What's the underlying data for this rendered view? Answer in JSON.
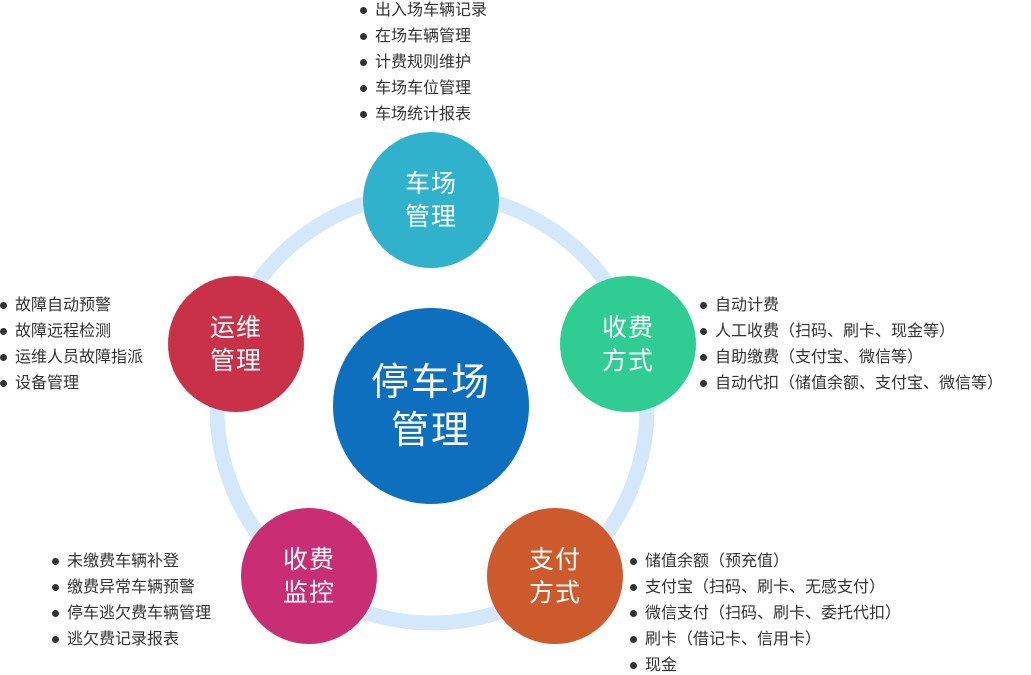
{
  "colors": {
    "ring": "#d4e8fc",
    "center": "#0e6fbf",
    "parking_mgmt": "#30b2cc",
    "fee_mode": "#2fcc93",
    "payment_mode": "#cc5a2d",
    "fee_monitor": "#c92e74",
    "ops_mgmt": "#c93149",
    "text": "#333333"
  },
  "center": {
    "line1": "停车场",
    "line2": "管理"
  },
  "nodes": {
    "parking_mgmt": {
      "line1": "车场",
      "line2": "管理",
      "items": [
        "出入场车辆记录",
        "在场车辆管理",
        "计费规则维护",
        "车场车位管理",
        "车场统计报表"
      ]
    },
    "fee_mode": {
      "line1": "收费",
      "line2": "方式",
      "items": [
        "自动计费",
        "人工收费（扫码、刷卡、现金等）",
        "自助缴费（支付宝、微信等）",
        "自动代扣（储值余额、支付宝、微信等）"
      ]
    },
    "payment_mode": {
      "line1": "支付",
      "line2": "方式",
      "items": [
        "储值余额（预充值）",
        "支付宝（扫码、刷卡、无感支付）",
        "微信支付（扫码、刷卡、委托代扣）",
        "刷卡（借记卡、信用卡）",
        "现金"
      ]
    },
    "fee_monitor": {
      "line1": "收费",
      "line2": "监控",
      "items": [
        "未缴费车辆补登",
        "缴费异常车辆预警",
        "停车逃欠费车辆管理",
        "逃欠费记录报表"
      ]
    },
    "ops_mgmt": {
      "line1": "运维",
      "line2": "管理",
      "items": [
        "故障自动预警",
        "故障远程检测",
        "运维人员故障指派",
        "设备管理"
      ]
    }
  }
}
